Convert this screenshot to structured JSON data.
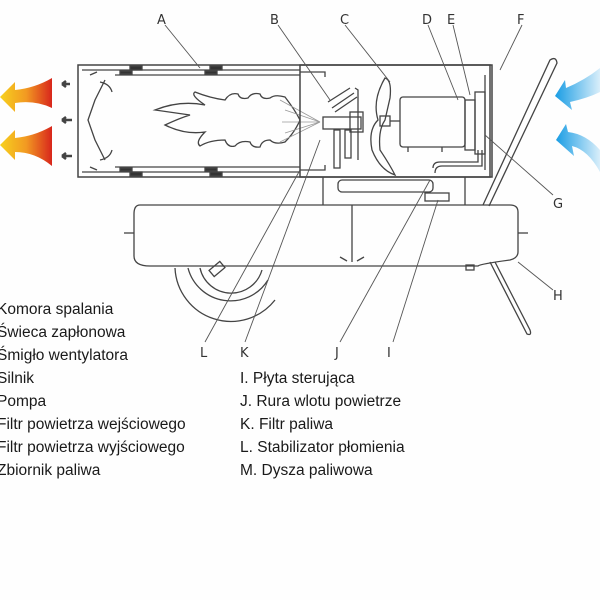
{
  "callouts": {
    "A": "A",
    "B": "B",
    "C": "C",
    "D": "D",
    "E": "E",
    "F": "F",
    "G": "G",
    "H": "H",
    "L": "L",
    "K": "K",
    "J": "J",
    "I": "I"
  },
  "legend_left": [
    "Komora spalania",
    "Świeca zapłonowa",
    "Śmigło wentylatora",
    "Silnik",
    "Pompa",
    "Filtr powietrza wejściowego",
    "Filtr powietrza wyjściowego",
    "Zbiornik paliwa"
  ],
  "legend_right": [
    "I. Płyta sterująca",
    "J. Rura wlotu powietrze",
    "K. Filtr paliwa",
    "L. Stabilizator płomienia",
    "M. Dysza paliwowa"
  ],
  "colors": {
    "line": "#444444",
    "hot_arrow_start": "#f5d020",
    "hot_arrow_end": "#d8261c",
    "cold_arrow": "#1ea0e6"
  }
}
